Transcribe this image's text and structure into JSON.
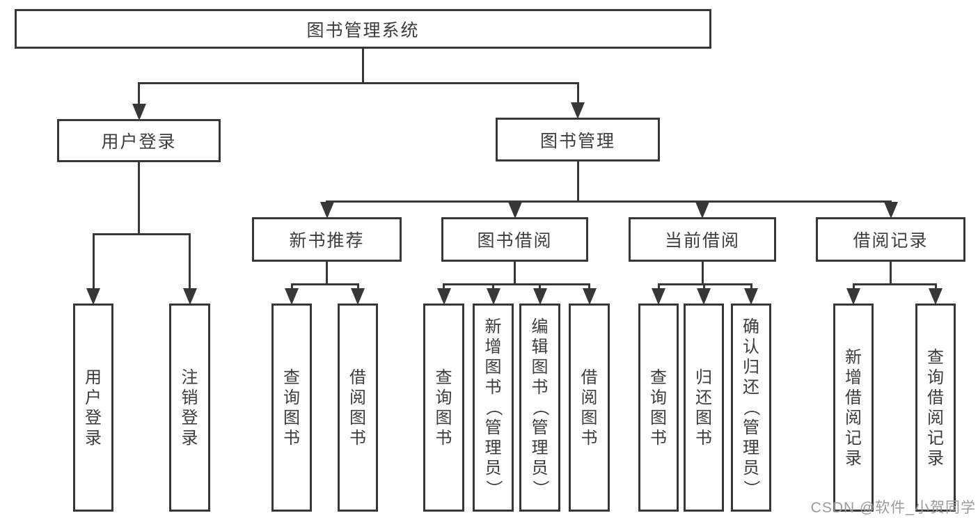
{
  "diagram": {
    "title": "图书管理系统",
    "nodes": [
      {
        "id": "root",
        "label": "图书管理系统",
        "orientation": "horizontal",
        "parent": null
      },
      {
        "id": "user-login",
        "label": "用户登录",
        "orientation": "horizontal",
        "parent": "root"
      },
      {
        "id": "book-mgmt",
        "label": "图书管理",
        "orientation": "horizontal",
        "parent": "root"
      },
      {
        "id": "user-login-action",
        "label": "用户登录",
        "orientation": "vertical",
        "parent": "user-login"
      },
      {
        "id": "logout-action",
        "label": "注销登录",
        "orientation": "vertical",
        "parent": "user-login"
      },
      {
        "id": "new-book-rec",
        "label": "新书推荐",
        "orientation": "horizontal",
        "parent": "book-mgmt"
      },
      {
        "id": "book-borrow",
        "label": "图书借阅",
        "orientation": "horizontal",
        "parent": "book-mgmt"
      },
      {
        "id": "current-borrow",
        "label": "当前借阅",
        "orientation": "horizontal",
        "parent": "book-mgmt"
      },
      {
        "id": "borrow-records",
        "label": "借阅记录",
        "orientation": "horizontal",
        "parent": "book-mgmt"
      },
      {
        "id": "query-books-rec",
        "label": "查询图书",
        "orientation": "vertical",
        "parent": "new-book-rec"
      },
      {
        "id": "borrow-books-rec",
        "label": "借阅图书",
        "orientation": "vertical",
        "parent": "new-book-rec"
      },
      {
        "id": "query-books-borrow",
        "label": "查询图书",
        "orientation": "vertical",
        "parent": "book-borrow"
      },
      {
        "id": "add-book-admin",
        "label": "新增图书（管理员）",
        "orientation": "vertical",
        "parent": "book-borrow"
      },
      {
        "id": "edit-book-admin",
        "label": "编辑图书（管理员）",
        "orientation": "vertical",
        "parent": "book-borrow"
      },
      {
        "id": "borrow-books",
        "label": "借阅图书",
        "orientation": "vertical",
        "parent": "book-borrow"
      },
      {
        "id": "query-books-current",
        "label": "查询图书",
        "orientation": "vertical",
        "parent": "current-borrow"
      },
      {
        "id": "return-book",
        "label": "归还图书",
        "orientation": "vertical",
        "parent": "current-borrow"
      },
      {
        "id": "confirm-return-admin",
        "label": "确认归还（管理员）",
        "orientation": "vertical",
        "parent": "current-borrow"
      },
      {
        "id": "add-borrow-record",
        "label": "新增借阅记录",
        "orientation": "vertical",
        "parent": "borrow-records"
      },
      {
        "id": "query-borrow-record",
        "label": "查询借阅记录",
        "orientation": "vertical",
        "parent": "borrow-records"
      }
    ]
  },
  "watermark": {
    "text": "CSDN @软件_小贺同学"
  },
  "colors": {
    "line": "#373737",
    "text": "#3c3c3c",
    "watermark": "#9a9a9a",
    "background": "#ffffff"
  }
}
